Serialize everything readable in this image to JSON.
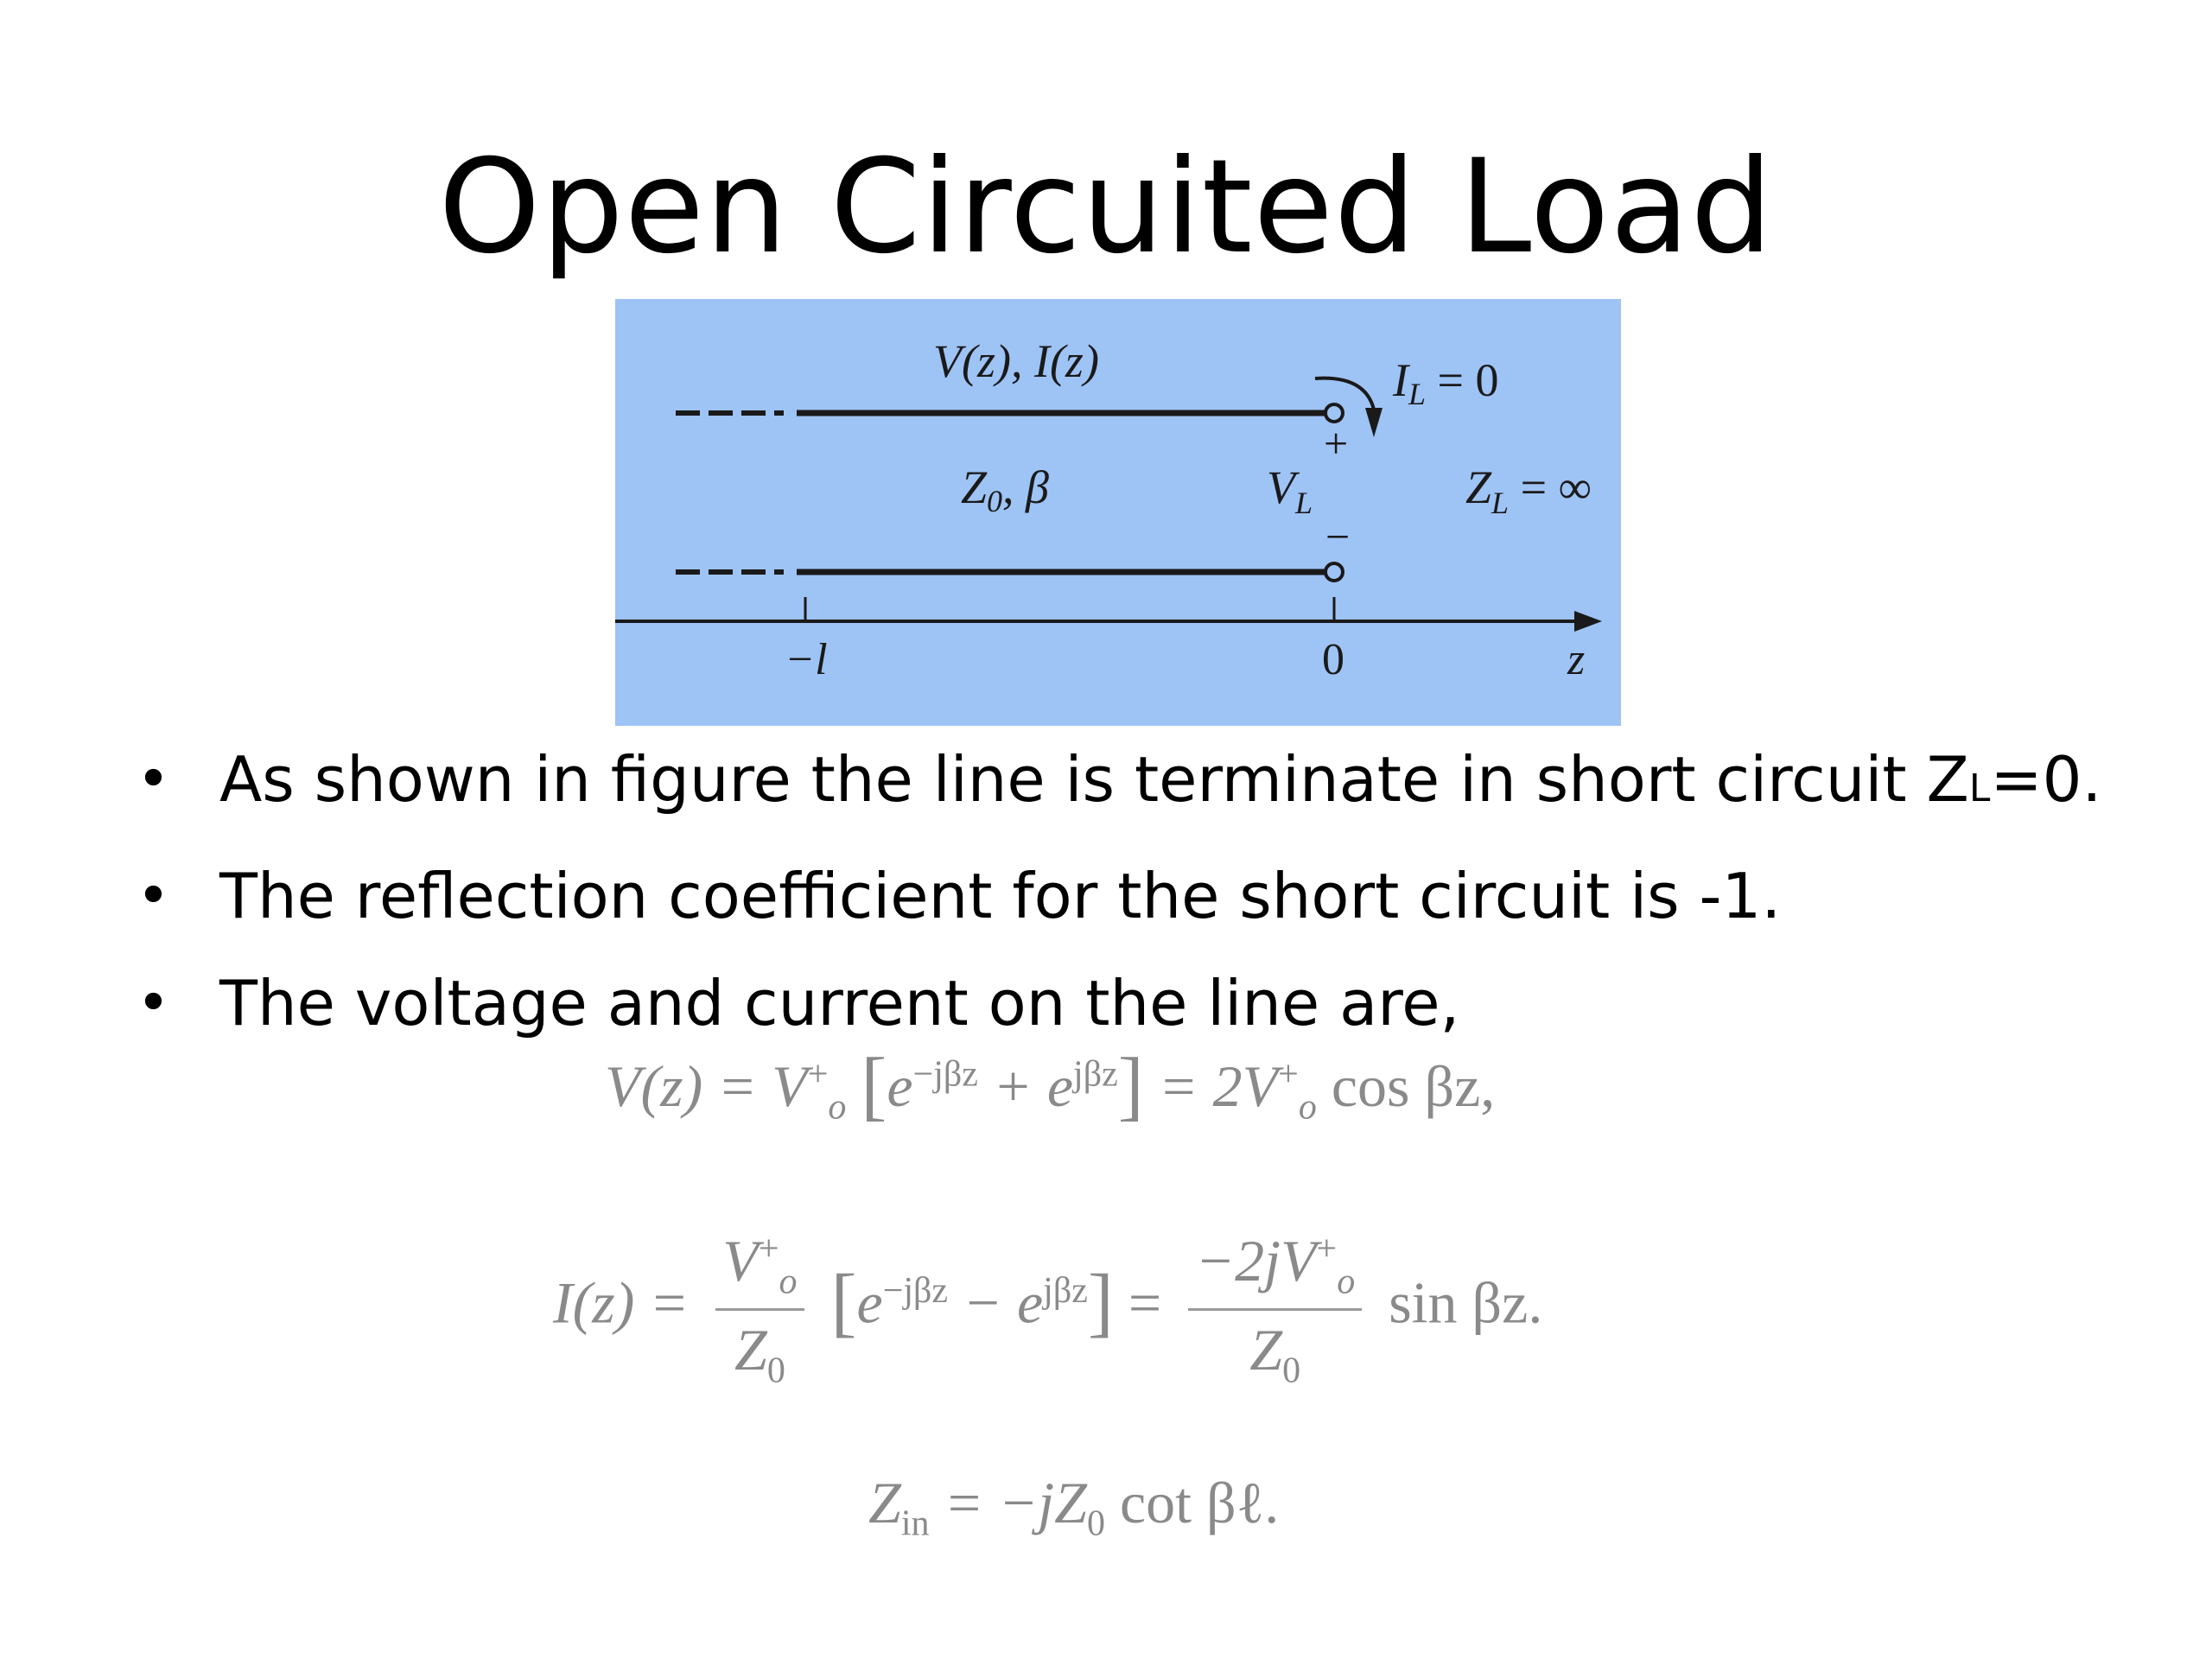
{
  "slide": {
    "title": "Open Circuited Load"
  },
  "figure": {
    "label_vi": "V(z), I(z)",
    "label_il": "I",
    "label_il_sub": "L",
    "label_il_rest": " = 0",
    "label_z0": "Z",
    "label_z0_sub": "0",
    "label_z0_rest": ", β",
    "label_vl": "V",
    "label_vl_sub": "L",
    "label_zl": "Z",
    "label_zl_sub": "L",
    "label_zl_rest": " = ∞",
    "plus": "+",
    "minus": "−",
    "tick_left": "−l",
    "tick_zero": "0",
    "axis_label": "z"
  },
  "bullets": [
    {
      "text": "As shown in figure the line is terminate in short circuit Z",
      "sub": "L",
      "tail": "=0."
    },
    {
      "text": "The reflection coefficient for the short circuit is -1."
    },
    {
      "text": "The voltage and current on the line are,"
    }
  ],
  "equations": {
    "v": {
      "lhs": "V(z) = V",
      "sup1": "+",
      "sub1": "o",
      "mid": "e",
      "exp1": "−jβz",
      "plus": " + e",
      "exp2": "jβz",
      "rhs": " = 2V",
      "sup2": "+",
      "sub2": "o",
      "tail": " cos βz,"
    },
    "i": {
      "lhs": "I(z) =",
      "num1": "V",
      "num1_sup": "+",
      "num1_sub": "o",
      "den1": "Z",
      "den1_sub": "0",
      "mid": "e",
      "exp1": "−jβz",
      "minus": " − e",
      "exp2": "jβz",
      "eq": "=",
      "num2": "−2jV",
      "num2_sup": "+",
      "num2_sub": "o",
      "den2": "Z",
      "den2_sub": "0",
      "tail": " sin βz."
    },
    "z": {
      "lhs": "Z",
      "lhs_sub": "in",
      "rhs": " = −jZ",
      "rhs_sub": "0",
      "tail": " cot βℓ."
    }
  }
}
